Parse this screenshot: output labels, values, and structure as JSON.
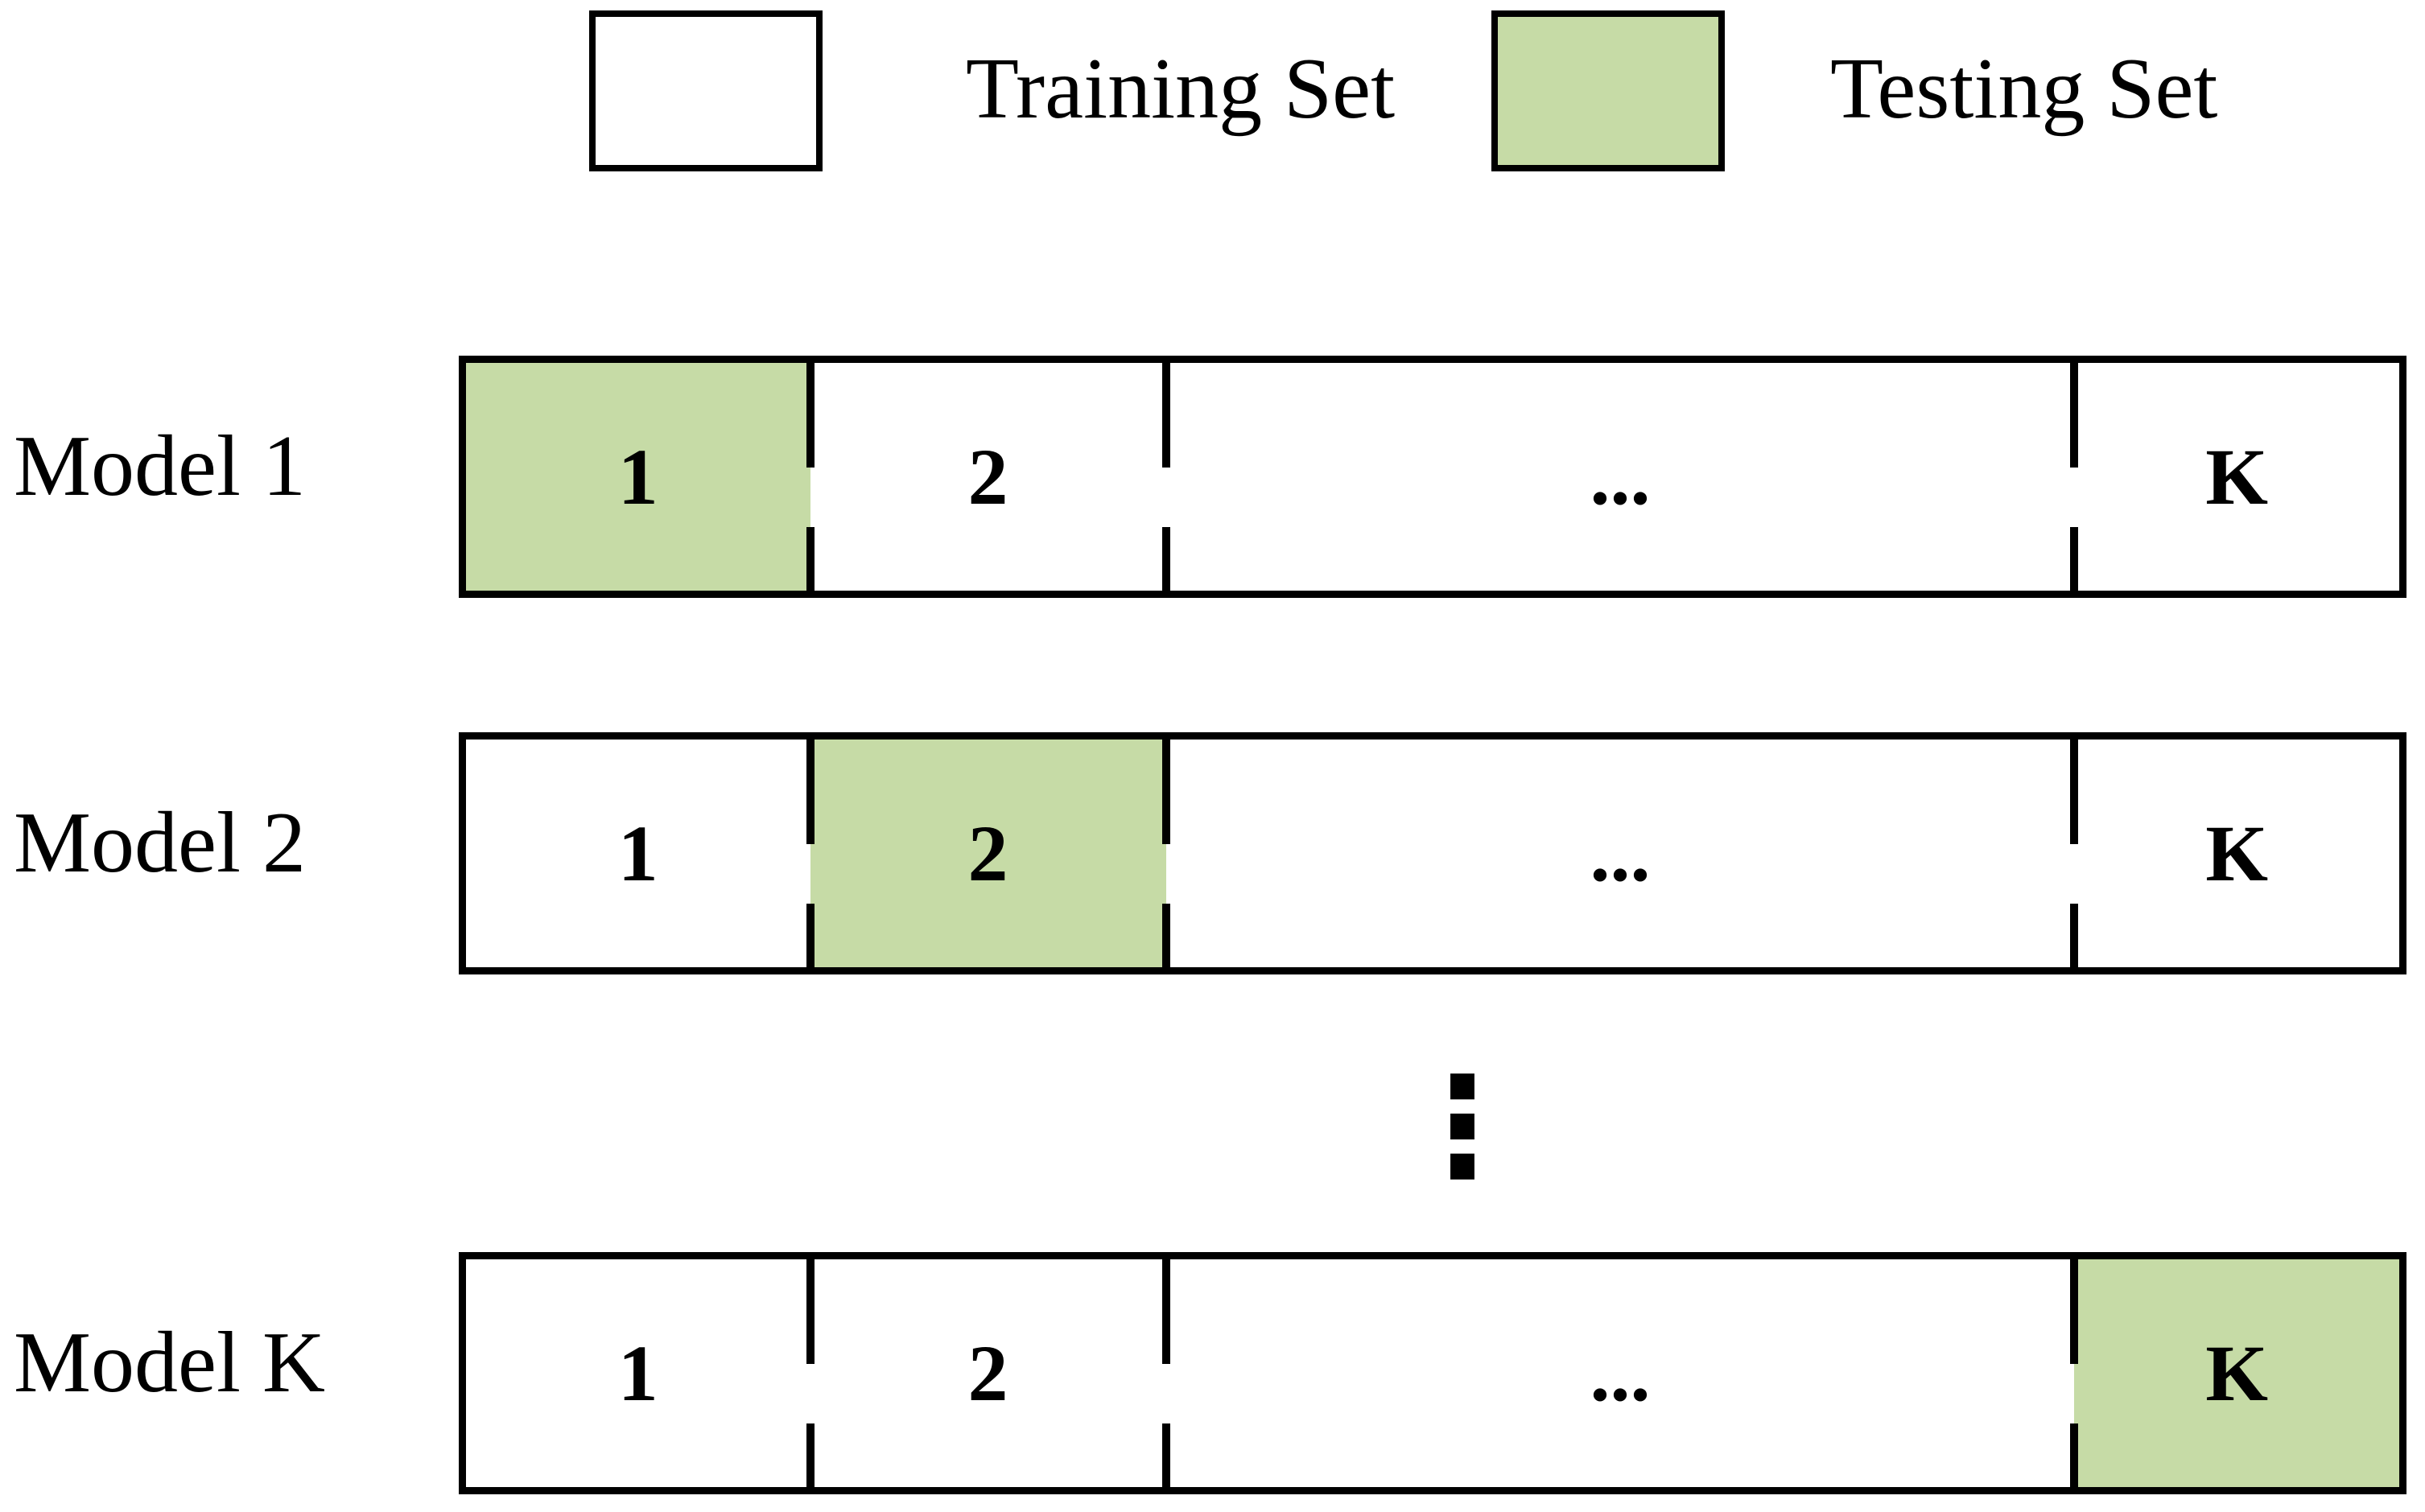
{
  "colors": {
    "training_fill": "#ffffff",
    "testing_fill": "#c6dba6",
    "line": "#000000"
  },
  "legend": {
    "items": [
      {
        "label": "Training Set",
        "type": "train"
      },
      {
        "label": "Testing Set",
        "type": "test"
      }
    ]
  },
  "rows": [
    {
      "label": "Model 1",
      "segments": [
        {
          "label": "1",
          "role": "test"
        },
        {
          "label": "2",
          "role": "train"
        },
        {
          "label": "...",
          "role": "train"
        },
        {
          "label": "K",
          "role": "train"
        }
      ]
    },
    {
      "label": "Model 2",
      "segments": [
        {
          "label": "1",
          "role": "train"
        },
        {
          "label": "2",
          "role": "test"
        },
        {
          "label": "...",
          "role": "train"
        },
        {
          "label": "K",
          "role": "train"
        }
      ]
    },
    {
      "label": "Model K",
      "segments": [
        {
          "label": "1",
          "role": "train"
        },
        {
          "label": "2",
          "role": "train"
        },
        {
          "label": "...",
          "role": "train"
        },
        {
          "label": "K",
          "role": "test"
        }
      ]
    }
  ],
  "ellipsis": "⋮"
}
